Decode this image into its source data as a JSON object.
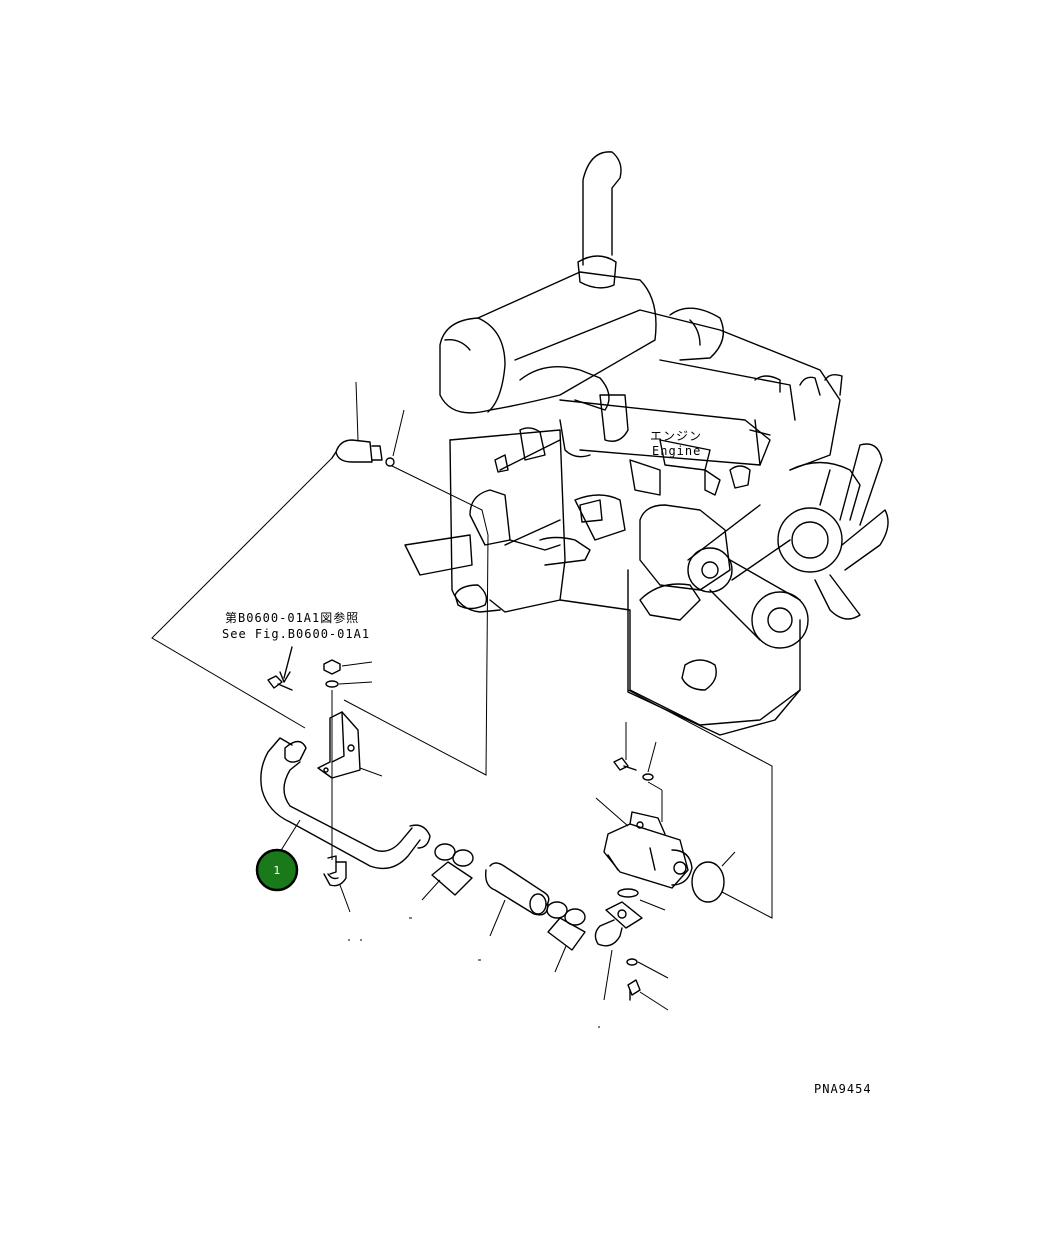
{
  "labels": {
    "engine_jp": "エンジン",
    "engine_en": "Engine",
    "ref_jp": "第B0600-01A1図参照",
    "ref_en": "See Fig.B0600-01A1",
    "drawing_id": "PNA9454"
  },
  "callouts": [
    {
      "number": "1",
      "color": "#1a7a1a"
    }
  ]
}
